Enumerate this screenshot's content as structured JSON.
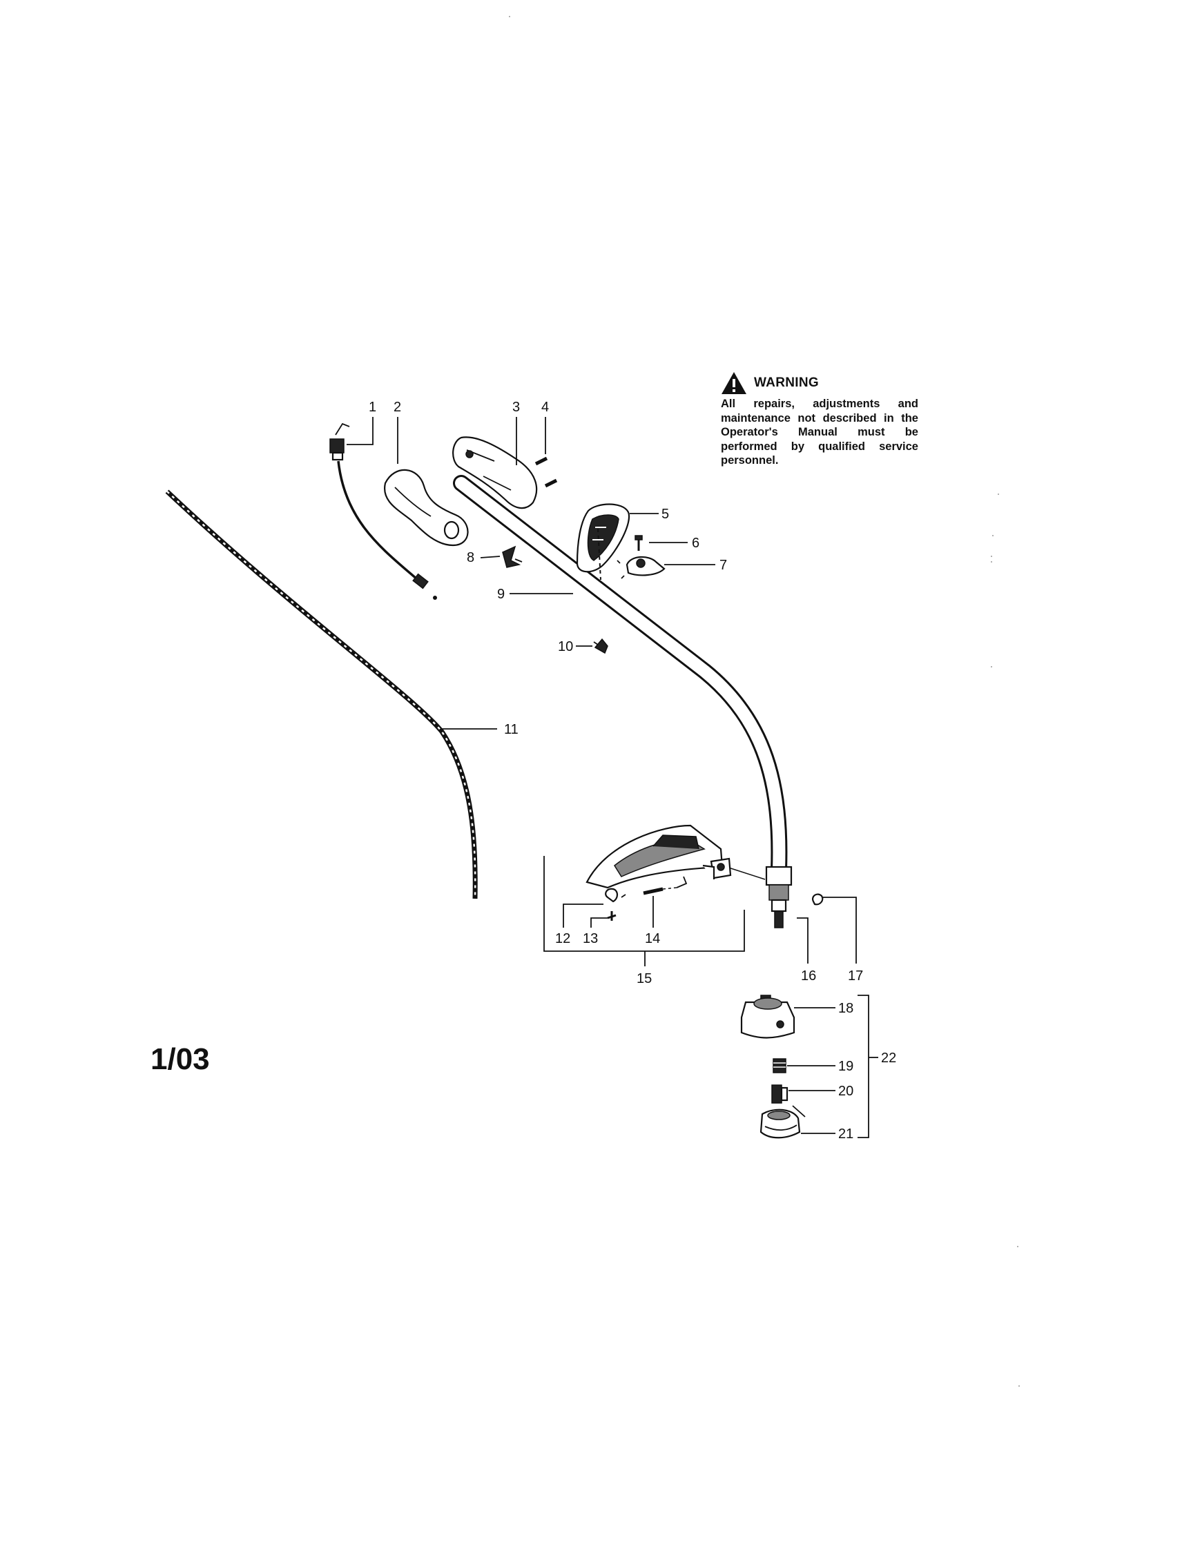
{
  "warning": {
    "title": "WARNING",
    "text": "All repairs, adjustments and maintenance not described in the Operator's Manual must be performed by qualified service personnel.",
    "icon": "warning-triangle-icon"
  },
  "date_code": "1/03",
  "callouts": [
    "1",
    "2",
    "3",
    "4",
    "5",
    "6",
    "7",
    "8",
    "9",
    "10",
    "11",
    "12",
    "13",
    "14",
    "15",
    "16",
    "17",
    "18",
    "19",
    "20",
    "21",
    "22"
  ]
}
